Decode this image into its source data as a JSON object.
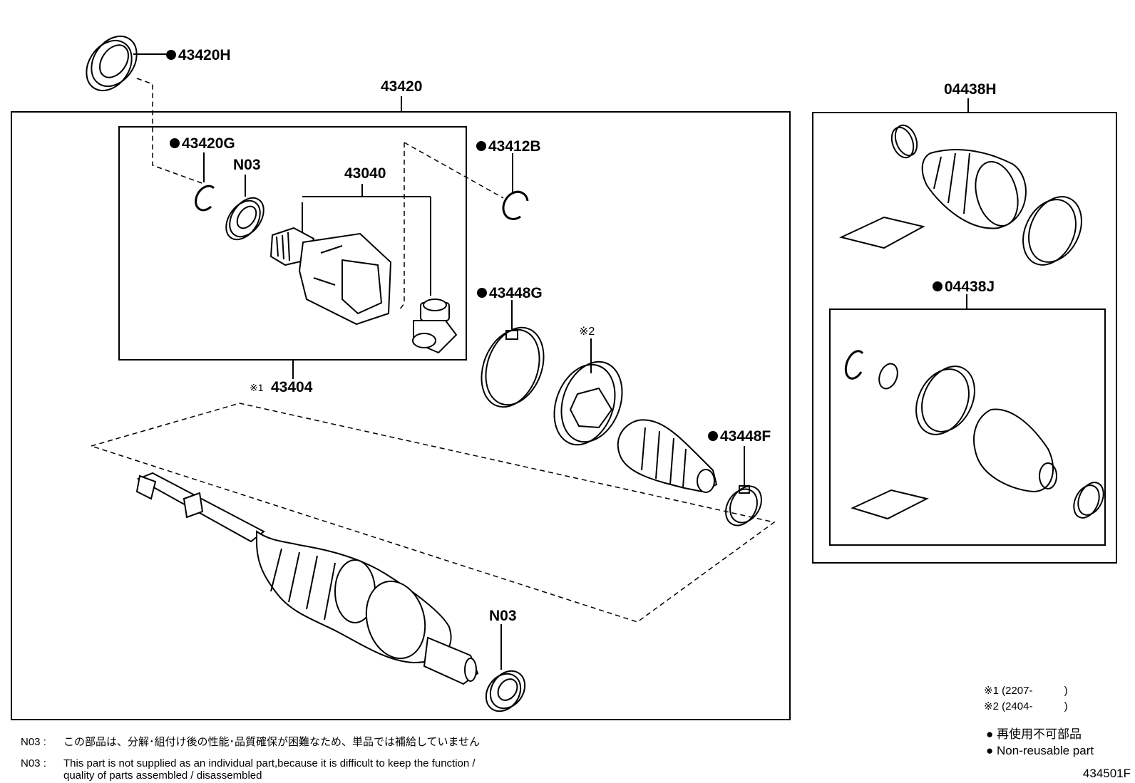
{
  "labels": {
    "p43420": "43420",
    "p43420H": "43420H",
    "p43420G": "43420G",
    "pN03_top": "N03",
    "p43040": "43040",
    "p43412B": "43412B",
    "p43448G": "43448G",
    "mark2": "※2",
    "p43404": "43404",
    "mark1": "※1",
    "p43448F": "43448F",
    "pN03_bottom": "N03",
    "p04438H": "04438H",
    "p04438J": "04438J"
  },
  "notes": [
    {
      "code": "N03",
      "sep": ":",
      "text": "この部品は、分解･組付け後の性能･品質確保が困難なため、単品では補給していません"
    },
    {
      "code": "N03",
      "sep": ":",
      "text": "This part is not supplied as an individual part,because it is difficult to keep the function /",
      "text2": "quality of parts assembled / disassembled"
    }
  ],
  "periods": [
    {
      "mark": "※1",
      "range": "(2207-",
      "close": ")"
    },
    {
      "mark": "※2",
      "range": "(2404-",
      "close": ")"
    }
  ],
  "legend": {
    "ja": "再使用不可部品",
    "en": "Non-reusable part"
  },
  "figure_id": "434501F"
}
